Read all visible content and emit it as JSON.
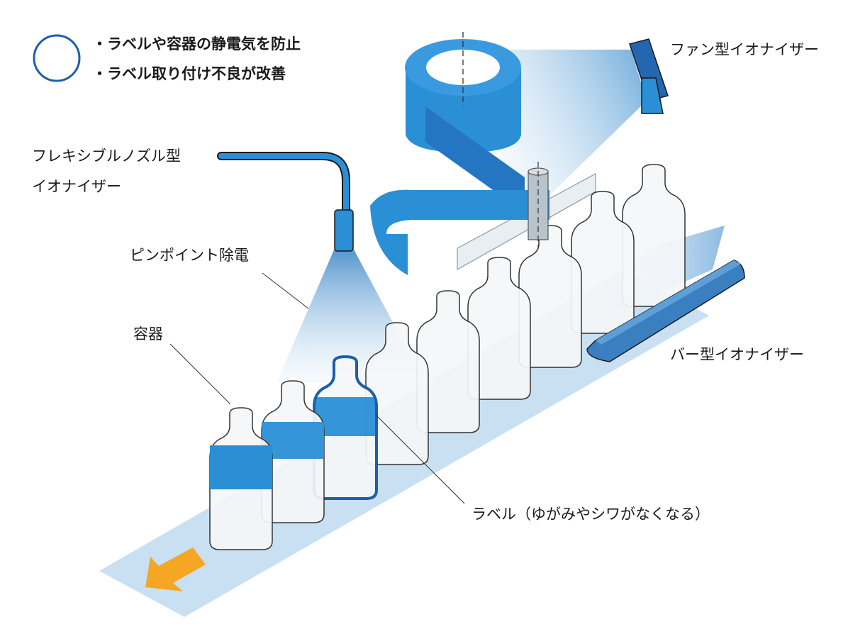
{
  "legend": {
    "items": [
      "・ラベルや容器の静電気を防止",
      "・ラベル取り付け不良が改善"
    ]
  },
  "labels": {
    "fan_ionizer": "ファン型イオナイザー",
    "flexible_nozzle_line1": "フレキシブルノズル型",
    "flexible_nozzle_line2": "イオナイザー",
    "pinpoint": "ピンポイント除電",
    "container": "容器",
    "bar_ionizer": "バー型イオナイザー",
    "label_note": "ラベル（ゆがみやシワがなくなる）"
  },
  "colors": {
    "label_blue": "#2b8fd6",
    "label_blue_dark": "#1f6fb0",
    "outline_blue": "#1d5fa8",
    "conveyor": "#c9e0f3",
    "arrow": "#f5a623",
    "bar_ionizer": "#3a80c0",
    "fan_ionizer": "#2466b0"
  }
}
